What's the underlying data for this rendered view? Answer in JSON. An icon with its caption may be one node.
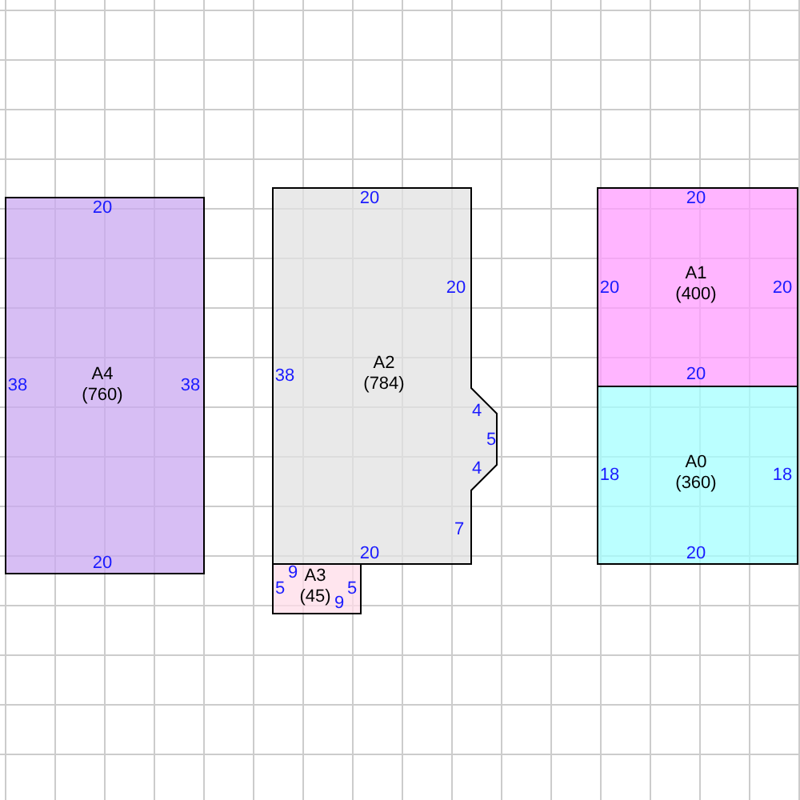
{
  "diagram": {
    "nodes": [
      {
        "text": [
          "A4",
          "(760)",
          "20",
          "38",
          "38",
          "20"
        ]
      },
      {
        "text": [
          "A2",
          "(784)",
          "20",
          "20",
          "38",
          "4",
          "5",
          "4",
          "7",
          "20"
        ]
      },
      {
        "text": [
          "A3",
          "(45)",
          "9",
          "5",
          "5",
          "9"
        ]
      },
      {
        "text": [
          "A1",
          "(400)",
          "20",
          "20",
          "20",
          "20"
        ]
      },
      {
        "text": [
          "A0",
          "(360)",
          "18",
          "18",
          "20"
        ]
      }
    ]
  }
}
